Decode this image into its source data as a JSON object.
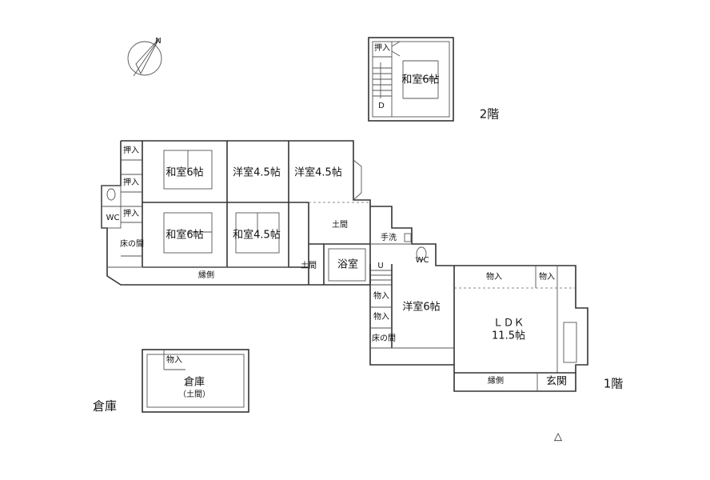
{
  "compass_label": "N",
  "floor2": {
    "level": "2階",
    "room": "和室6帖",
    "closet": "押入",
    "stair_marker": "D"
  },
  "floor1": {
    "level": "1階",
    "rooms": {
      "washitsu_top": "和室6帖",
      "yoshitsu_a": "洋室4.5帖",
      "yoshitsu_b": "洋室4.5帖",
      "washitsu_bottom": "和室6帖",
      "washitsu_45": "和室4.5帖",
      "doma_upper": "土間",
      "doma_lower": "土間",
      "bath": "浴室",
      "washbasin": "手洗",
      "wc_left": "WC",
      "wc_right": "WC",
      "yoshitsu_6": "洋室6帖",
      "ldk_line1": "ＬＤＫ",
      "ldk_line2": "11.5帖",
      "engawa_left": "縁側",
      "engawa_right": "縁側",
      "entrance": "玄関",
      "stair_marker": "U"
    },
    "closets": {
      "c1": "押入",
      "c2": "押入",
      "c3": "押入",
      "tokonoma_left": "床の間",
      "storage_a": "物入",
      "storage_b": "物入",
      "tokonoma_right": "床の間",
      "storage_ldk_1": "物入",
      "storage_ldk_2": "物入"
    }
  },
  "shed": {
    "title": "倉庫",
    "room": "倉庫",
    "sub": "（土間）",
    "closet": "物入"
  },
  "north_marker": "△"
}
